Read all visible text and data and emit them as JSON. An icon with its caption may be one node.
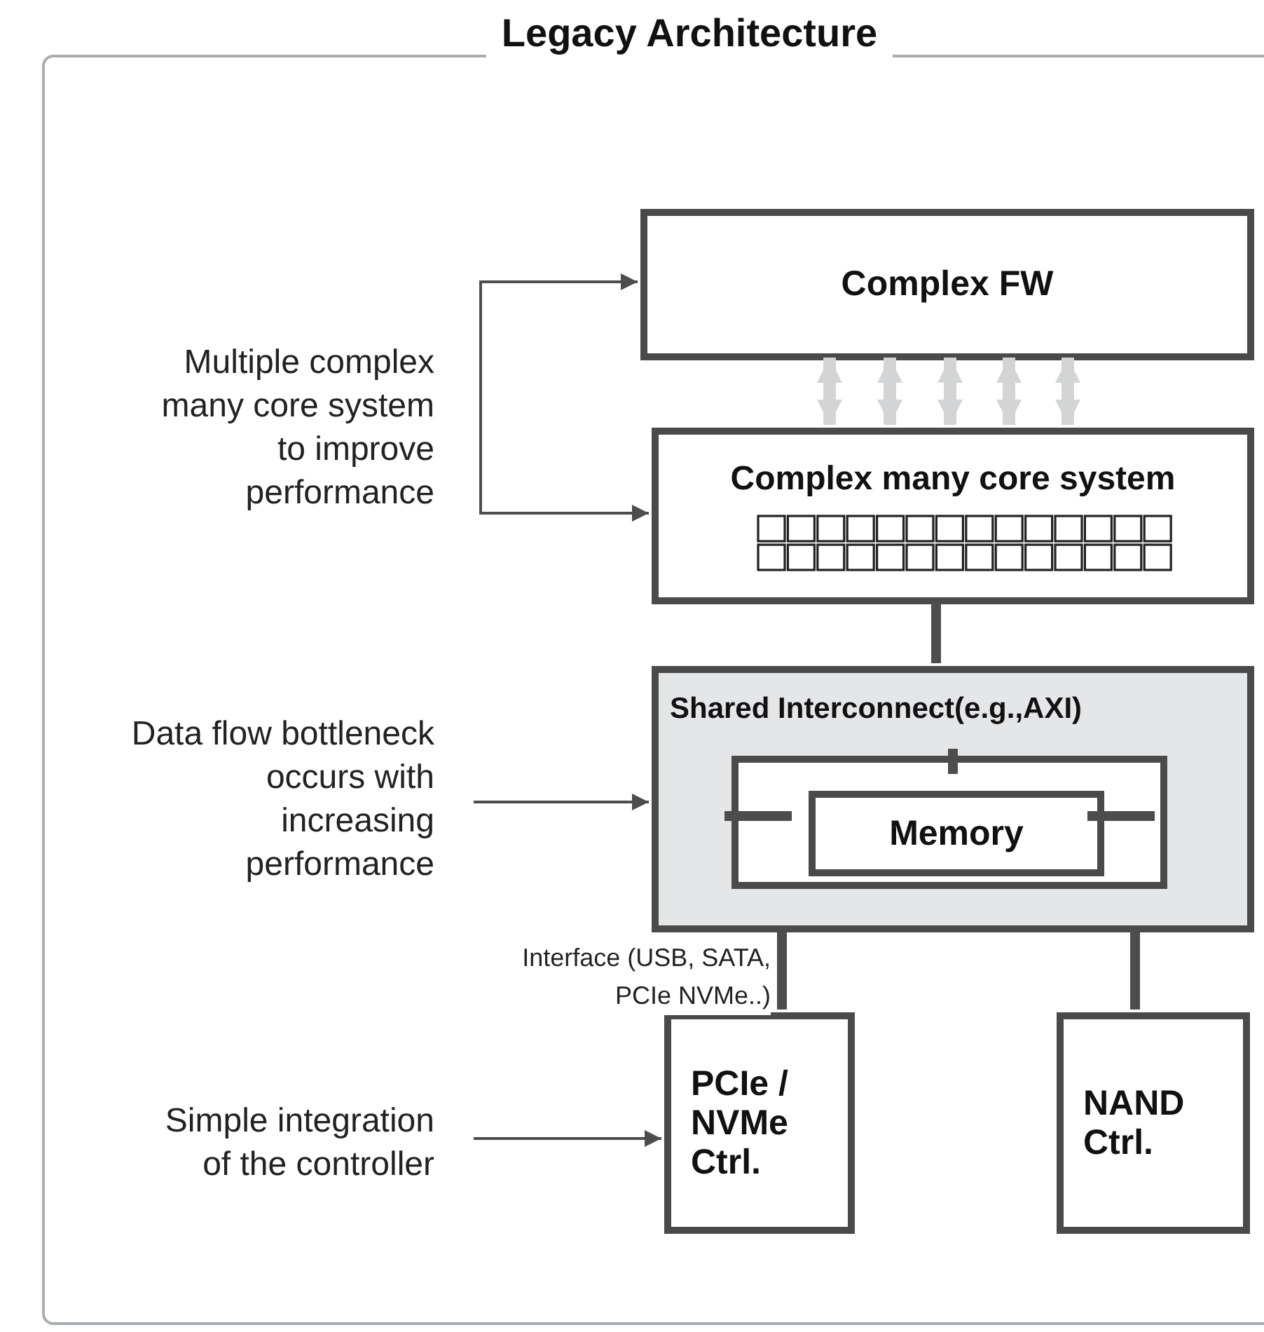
{
  "diagram": {
    "nodes": [
      {
        "text": [
          "Legacy Architecture"
        ]
      },
      {
        "text": [
          "Multiple complex many core system to improve performance"
        ],
        "in": 0
      },
      {
        "text": [
          "Complex FW"
        ],
        "in": 0
      },
      {
        "text": [
          "Complex many core system"
        ],
        "in": 0
      },
      {
        "text": [
          "Data flow bottleneck occurs with increasing performance"
        ],
        "in": 0
      },
      {
        "text": [
          "Shared Interconnect(e.g.,AXI)"
        ],
        "in": 0
      },
      {
        "text": [],
        "shape": "box",
        "in": 5
      },
      {
        "text": [
          "Memory"
        ],
        "in": 6
      },
      {
        "text": [
          "Simple integration of the controller"
        ],
        "in": 0
      },
      {
        "text": [
          "PCIe / NVMe Ctrl."
        ],
        "in": 0
      },
      {
        "text": [
          "NAND Ctrl."
        ],
        "in": 0
      }
    ],
    "edges": [
      {
        "from": 1,
        "to": 2,
        "arrow": "to"
      },
      {
        "from": 1,
        "to": 3,
        "arrow": "to"
      },
      {
        "from": 2,
        "to": 3,
        "arrow": "both",
        "color": "#d3d4d6"
      },
      {
        "from": 2,
        "to": 3,
        "arrow": "both",
        "color": "#d3d4d6"
      },
      {
        "from": 2,
        "to": 3,
        "arrow": "both",
        "color": "#d3d4d6"
      },
      {
        "from": 2,
        "to": 3,
        "arrow": "both",
        "color": "#d3d4d6"
      },
      {
        "from": 2,
        "to": 3,
        "arrow": "both",
        "color": "#d3d4d6"
      },
      {
        "from": 3,
        "to": 5,
        "arrow": "none"
      },
      {
        "from": 4,
        "to": 5,
        "arrow": "to"
      },
      {
        "from": 6,
        "to": 7,
        "arrow": "none"
      },
      {
        "from": 6,
        "to": 7,
        "arrow": "none"
      },
      {
        "from": 6,
        "to": 7,
        "arrow": "none"
      },
      {
        "from": 5,
        "to": 9,
        "arrow": "none",
        "label": "Interface (USB, SATA, PCIe NVMe..)"
      },
      {
        "from": 5,
        "to": 10,
        "arrow": "none"
      },
      {
        "from": 8,
        "to": 9,
        "arrow": "to"
      }
    ]
  }
}
